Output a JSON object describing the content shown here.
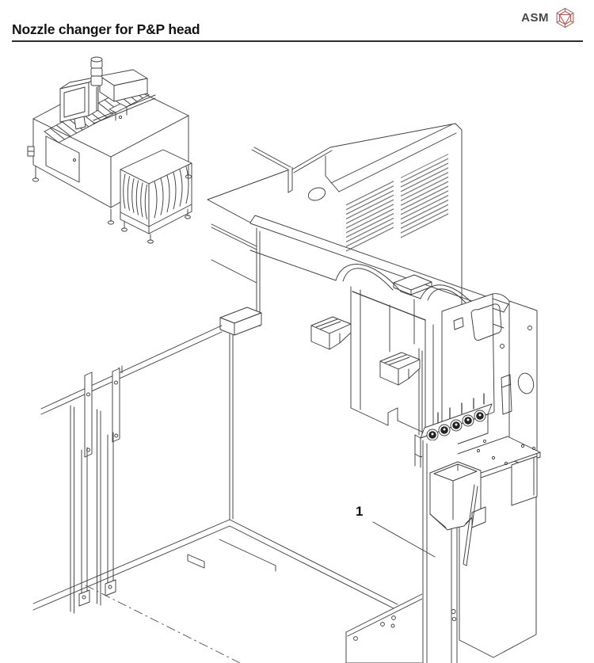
{
  "header": {
    "title": "Nozzle changer for P&P head",
    "logo": {
      "text": "ASM"
    }
  },
  "icons": {
    "asm_logo_mark": "hexagon-wireframe-gem"
  },
  "figure": {
    "subject": "Isometric line drawing of placement machine interior frame showing nozzle changer location, with machine overview thumbnail",
    "callouts": [
      {
        "label": "1"
      }
    ]
  },
  "colors": {
    "line": "#3f3f3f",
    "logo_red": "#b0514b",
    "socket_dark": "#222222",
    "louver": "#6a6a6a"
  }
}
